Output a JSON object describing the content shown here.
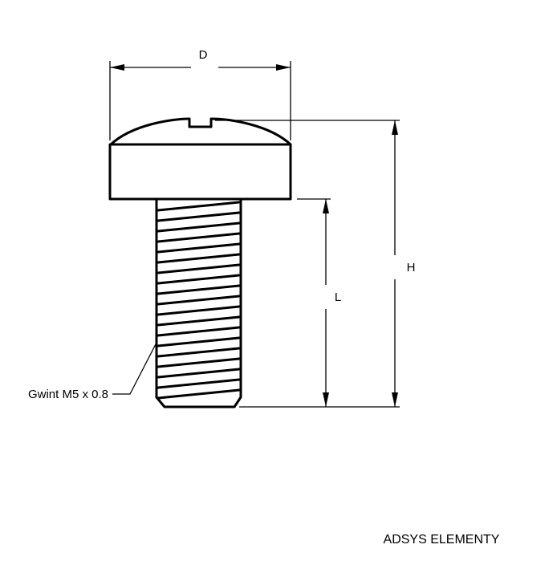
{
  "labels": {
    "diameter": "D",
    "height": "H",
    "length": "L",
    "thread": "Gwint M5 x 0.8",
    "brand": "ADSYS ELEMENTY"
  }
}
